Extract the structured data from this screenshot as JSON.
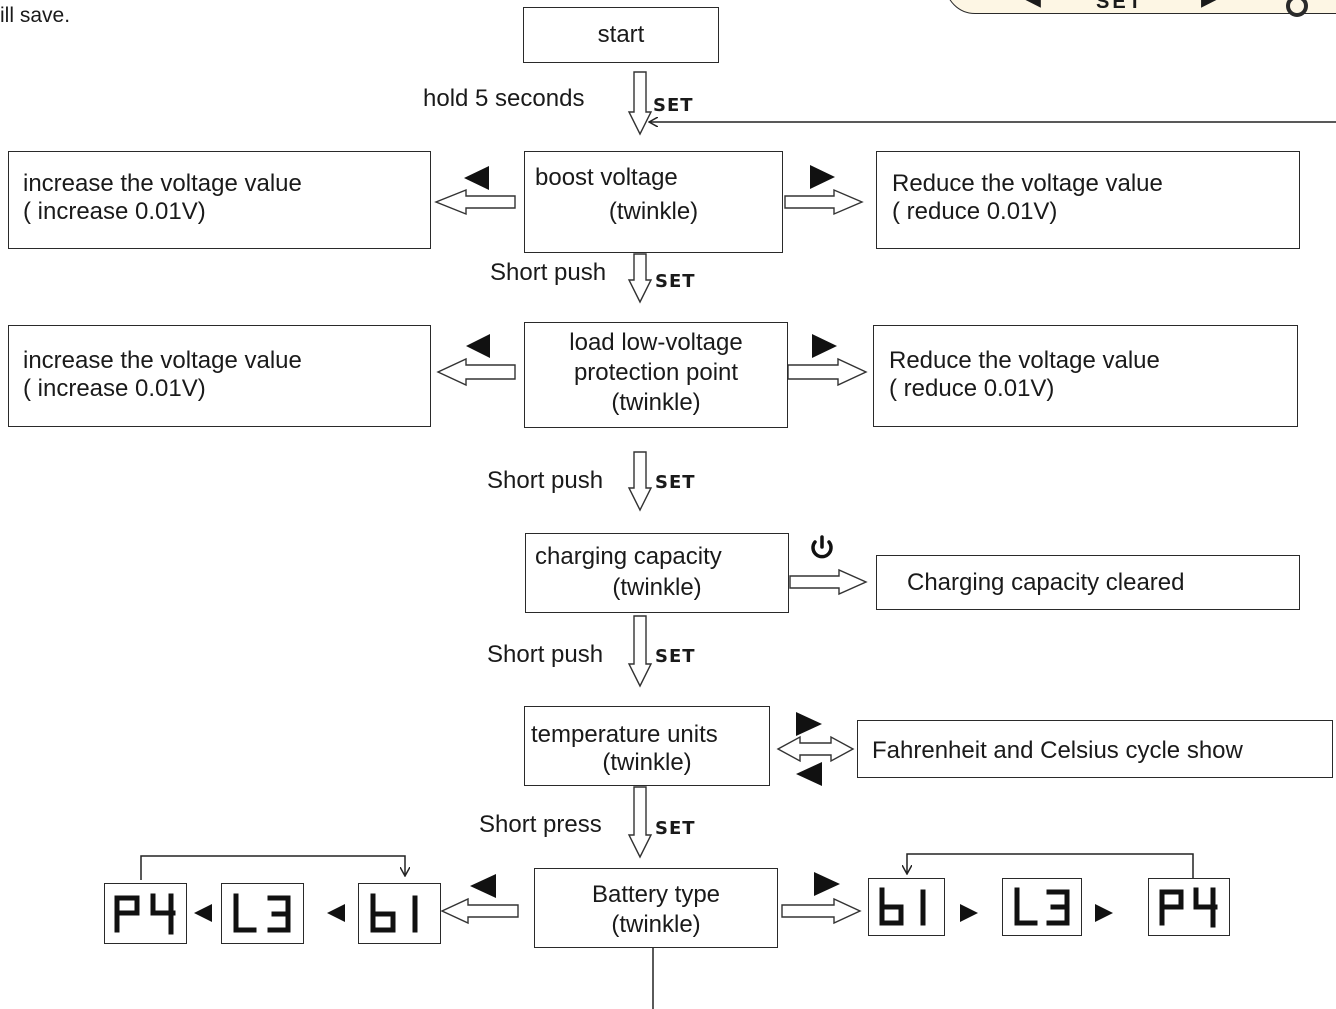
{
  "top_text": "ill save.",
  "panel": {
    "set_label": "SET"
  },
  "start": "start",
  "steps": [
    {
      "key_hint": "hold 5 seconds",
      "key": "SET"
    },
    {
      "key_hint": "Short push",
      "key": "SET"
    },
    {
      "key_hint": "Short push",
      "key": "SET"
    },
    {
      "key_hint": "Short push",
      "key": "SET"
    },
    {
      "key_hint": "Short press",
      "key": "SET"
    }
  ],
  "boost": {
    "center": [
      "boost voltage",
      "(twinkle)"
    ],
    "left": [
      "increase  the voltage value",
      "( increase 0.01V)"
    ],
    "right": [
      "Reduce the voltage value",
      "( reduce 0.01V)"
    ]
  },
  "lowv": {
    "center": [
      "load low-voltage",
      "protection point",
      "(twinkle)"
    ],
    "left": [
      "increase  the voltage value",
      "( increase 0.01V)"
    ],
    "right": [
      "Reduce the voltage value",
      "( reduce 0.01V)"
    ]
  },
  "capacity": {
    "center": [
      "charging capacity",
      "(twinkle)"
    ],
    "right": "Charging capacity cleared",
    "icon": "power-icon"
  },
  "temp": {
    "center": [
      "temperature units",
      "(twinkle)"
    ],
    "right": "Fahrenheit and Celsius cycle show"
  },
  "battery": {
    "center": [
      "Battery type",
      "(twinkle)"
    ],
    "left_sequence": [
      "P4",
      "L3",
      "b1"
    ],
    "right_sequence": [
      "b1",
      "L3",
      "P4"
    ]
  }
}
